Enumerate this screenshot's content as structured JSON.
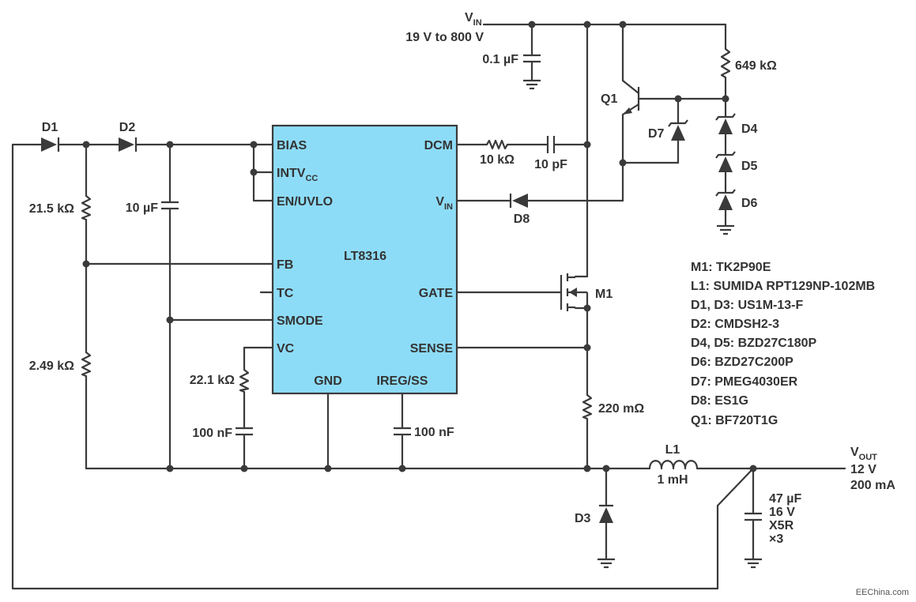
{
  "ic": {
    "name": "LT8316",
    "fill_color": "#8ddcf7",
    "pins_left": [
      "BIAS",
      "INTV",
      "EN/UVLO",
      "FB",
      "TC",
      "SMODE",
      "VC"
    ],
    "intvcc_sub": "CC",
    "pins_right": [
      "DCM",
      "V",
      "GATE",
      "SENSE"
    ],
    "vin_pin_sub": "IN",
    "pins_bottom": [
      "GND",
      "IREG/SS"
    ]
  },
  "labels": {
    "vin_main": "V",
    "vin_main_sub": "IN",
    "vin_range": "19 V to 800 V",
    "vout_main": "V",
    "vout_main_sub": "OUT",
    "vout_voltage": "12 V",
    "vout_current": "200 mA",
    "c_input": "0.1 µF",
    "r_649k": "649 kΩ",
    "q1": "Q1",
    "d1": "D1",
    "d2": "D2",
    "d3": "D3",
    "d4": "D4",
    "d5": "D5",
    "d6": "D6",
    "d7": "D7",
    "d8": "D8",
    "m1": "M1",
    "l1": "L1",
    "l1_value": "1 mH",
    "r_10k": "10 kΩ",
    "c_10p": "10 pF",
    "r_21k5": "21.5 kΩ",
    "c_10u": "10 µF",
    "r_2k49": "2.49 kΩ",
    "r_22k1": "22.1 kΩ",
    "c_vc": "100 nF",
    "c_ss": "100 nF",
    "r_sense": "220 mΩ",
    "c_out": [
      "47 µF",
      "16 V",
      "X5R",
      "×3"
    ]
  },
  "bom": [
    "M1: TK2P90E",
    "L1: SUMIDA RPT129NP-102MB",
    "D1, D3: US1M-13-F",
    "D2: CMDSH2-3",
    "D4, D5: BZD27C180P",
    "D6: BZD27C200P",
    "D7: PMEG4030ER",
    "D8: ES1G",
    "Q1: BF720T1G"
  ],
  "watermark": "EEChina.com"
}
